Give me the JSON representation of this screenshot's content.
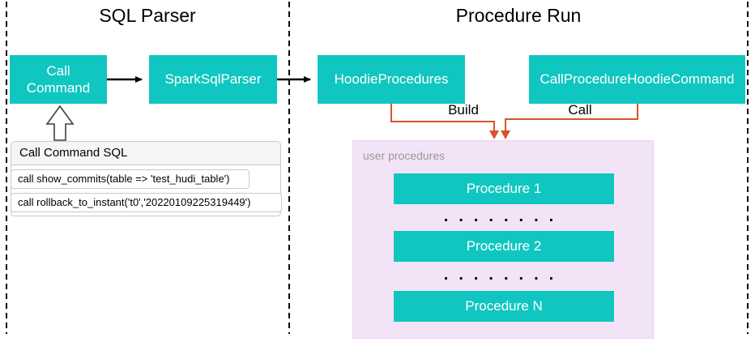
{
  "sections": {
    "sql_parser_title": "SQL Parser",
    "procedure_run_title": "Procedure Run"
  },
  "nodes": {
    "call_command": "Call Command",
    "spark_sql_parser": "SparkSqlParser",
    "hoodie_procedures": "HoodieProcedures",
    "call_procedure_hoodie_command": "CallProcedureHoodieCommand"
  },
  "edges": {
    "build_label": "Build",
    "call_label": "Call"
  },
  "sql_panel": {
    "title": "Call Command SQL",
    "statements": [
      "call show_commits(table => 'test_hudi_table')",
      "call rollback_to_instant('t0','20220109225319449')"
    ]
  },
  "user_procedures": {
    "label": "user procedures",
    "items": [
      "Procedure 1",
      "Procedure 2",
      "Procedure N"
    ],
    "ellipsis": "........"
  },
  "colors": {
    "teal": "#10c6c1",
    "orange": "#d9532c",
    "purple_bg": "#f3e3f6",
    "gray_text": "#999999",
    "panel_border": "#c9c9c9",
    "header_bg": "#f5f5f5",
    "black": "#000000"
  }
}
